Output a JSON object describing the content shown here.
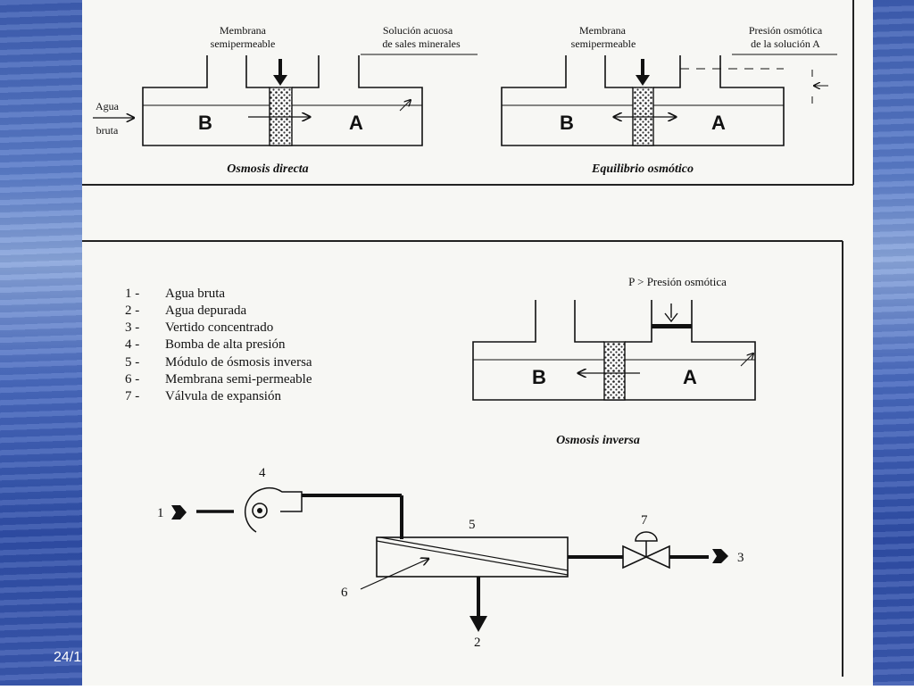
{
  "footer": {
    "date": "24/1"
  },
  "panel1": {
    "membrane_label_1": "Membrana",
    "membrane_label_2": "semipermeable",
    "solution_label_1": "Solución acuosa",
    "solution_label_2": "de sales minerales",
    "inflow_label_1": "Agua",
    "inflow_label_2": "bruta",
    "side_b": "B",
    "side_a": "A",
    "caption": "Osmosis directa"
  },
  "panel2": {
    "membrane_label_1": "Membrana",
    "membrane_label_2": "semipermeable",
    "pressure_label_1": "Presión osmótica",
    "pressure_label_2": "de la solución A",
    "side_b": "B",
    "side_a": "A",
    "caption": "Equilibrio osmótico"
  },
  "panel3": {
    "legend": [
      {
        "num": "1 -",
        "text": "Agua bruta"
      },
      {
        "num": "2 -",
        "text": "Agua depurada"
      },
      {
        "num": "3 -",
        "text": "Vertido concentrado"
      },
      {
        "num": "4 -",
        "text": "Bomba de alta presión"
      },
      {
        "num": "5 -",
        "text": "Módulo de ósmosis inversa"
      },
      {
        "num": "6 -",
        "text": "Membrana semi-permeable"
      },
      {
        "num": "7 -",
        "text": "Válvula de expansión"
      }
    ],
    "pressure_label": "P > Presión osmótica",
    "side_b": "B",
    "side_a": "A",
    "caption": "Osmosis inversa",
    "flow_nums": {
      "n1": "1",
      "n2": "2",
      "n3": "3",
      "n4": "4",
      "n5": "5",
      "n6": "6",
      "n7": "7"
    }
  }
}
